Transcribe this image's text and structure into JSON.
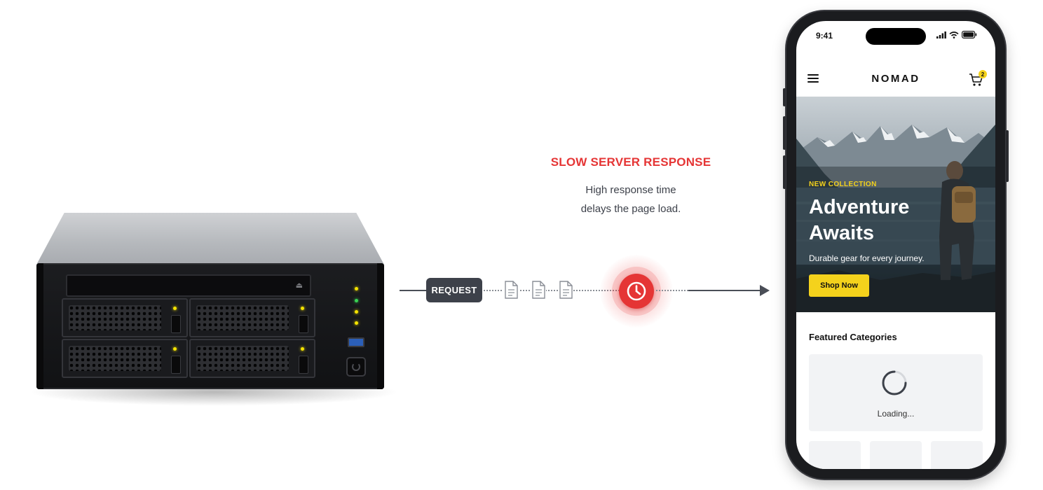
{
  "flow": {
    "request_label": "REQUEST",
    "status_title": "SLOW SERVER RESPONSE",
    "status_desc_line1": "High response time",
    "status_desc_line2": "delays the page load."
  },
  "phone": {
    "status_time": "9:41",
    "brand": "NOMAD",
    "cart_count": "2",
    "hero": {
      "tag": "NEW COLLECTION",
      "title_line1": "Adventure",
      "title_line2": "Awaits",
      "subtitle": "Durable gear for every journey.",
      "cta_label": "Shop Now"
    },
    "featured_title": "Featured Categories",
    "loading_text": "Loading..."
  },
  "colors": {
    "alert_red": "#e53535",
    "accent_yellow": "#f4d21c",
    "pill_dark": "#3d414a",
    "server_led_green": "#39d353",
    "server_led_yellow": "#f5e400"
  },
  "icons": {
    "documents": [
      "document-icon",
      "document-icon",
      "document-icon"
    ],
    "clock": "clock-icon",
    "menu": "hamburger-menu-icon",
    "cart": "shopping-cart-icon"
  }
}
